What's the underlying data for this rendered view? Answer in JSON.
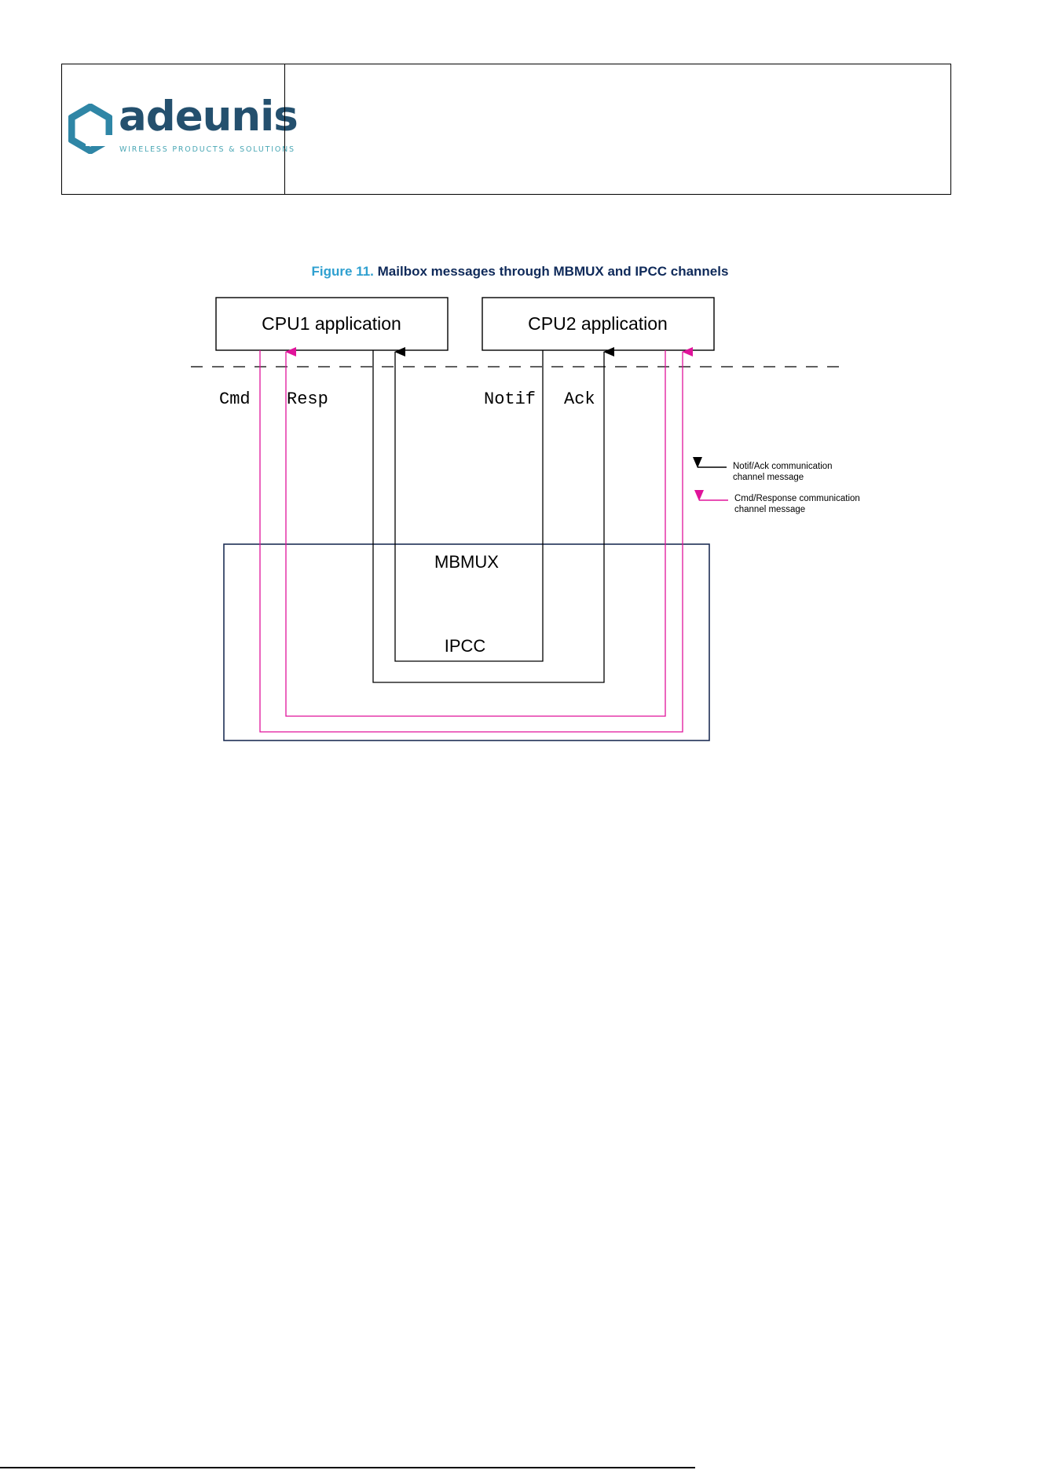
{
  "header": {
    "logo": {
      "name": "adeunis-logo-icon",
      "wordmark": "adeunis",
      "tagline": "WIRELESS PRODUCTS & SOLUTIONS",
      "colors": {
        "mark": "#2f86a6",
        "wordmark": "#24506e",
        "tagline": "#4aa7b5"
      }
    }
  },
  "figure": {
    "number": "Figure 11.",
    "title": "Mailbox messages through MBMUX and IPCC channels"
  },
  "diagram": {
    "boxes": {
      "cpu1": "CPU1 application",
      "cpu2": "CPU2 application",
      "mbmux": "MBMUX",
      "ipcc": "IPCC"
    },
    "channel_labels": {
      "cmd": "Cmd",
      "resp": "Resp",
      "notif": "Notif",
      "ack": "Ack"
    },
    "legend": {
      "notif_ack_line1": "Notif/Ack communication",
      "notif_ack_line2": "channel message",
      "cmd_resp_line1": "Cmd/Response communication",
      "cmd_resp_line2": "channel message"
    },
    "colors": {
      "notif_ack": "#000000",
      "cmd_resp": "#e0139a",
      "mbmux_border": "#1e2f55",
      "caption_number": "#2fa0d0",
      "caption_title": "#0f2a5a"
    }
  }
}
